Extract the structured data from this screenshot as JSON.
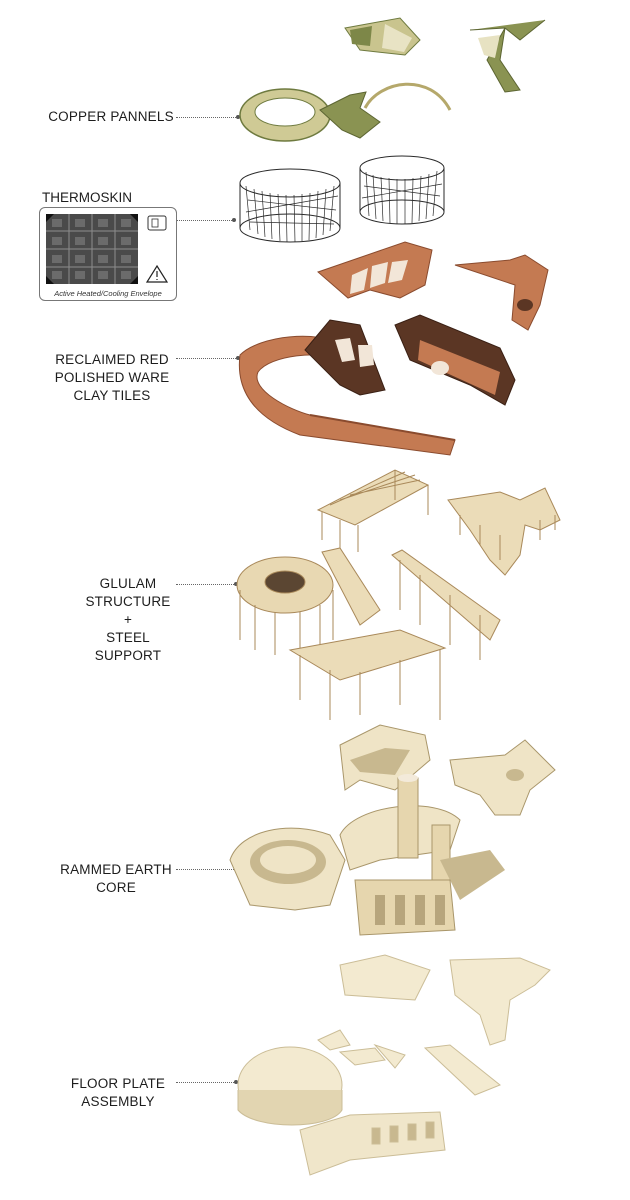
{
  "labels": {
    "copper": "COPPER PANNELS",
    "thermoskin": "THERMOSKIN",
    "thermo_caption": "Active Heated/Cooling Envelope",
    "clay": "RECLAIMED RED\nPOLISHED WARE\nCLAY TILES",
    "glulam": "GLULAM\nSTRUCTURE\n+\nSTEEL\nSUPPORT",
    "rammed": "RAMMED EARTH\nCORE",
    "floor": "FLOOR PLATE\nASSEMBLY"
  },
  "colors": {
    "copper_layer": "#c9c48e",
    "copper_edge": "#6e7a3f",
    "thermoskin_mesh": "#2a2a2a",
    "clay_tile": "#c47a52",
    "clay_dark": "#5b3624",
    "glulam": "#d9c49a",
    "rammed_earth": "#efe4c6",
    "rammed_shadow": "#c8b88f",
    "floor_plate": "#f3ead0"
  },
  "icons": [
    "warning-icon",
    "thermostat-icon"
  ]
}
